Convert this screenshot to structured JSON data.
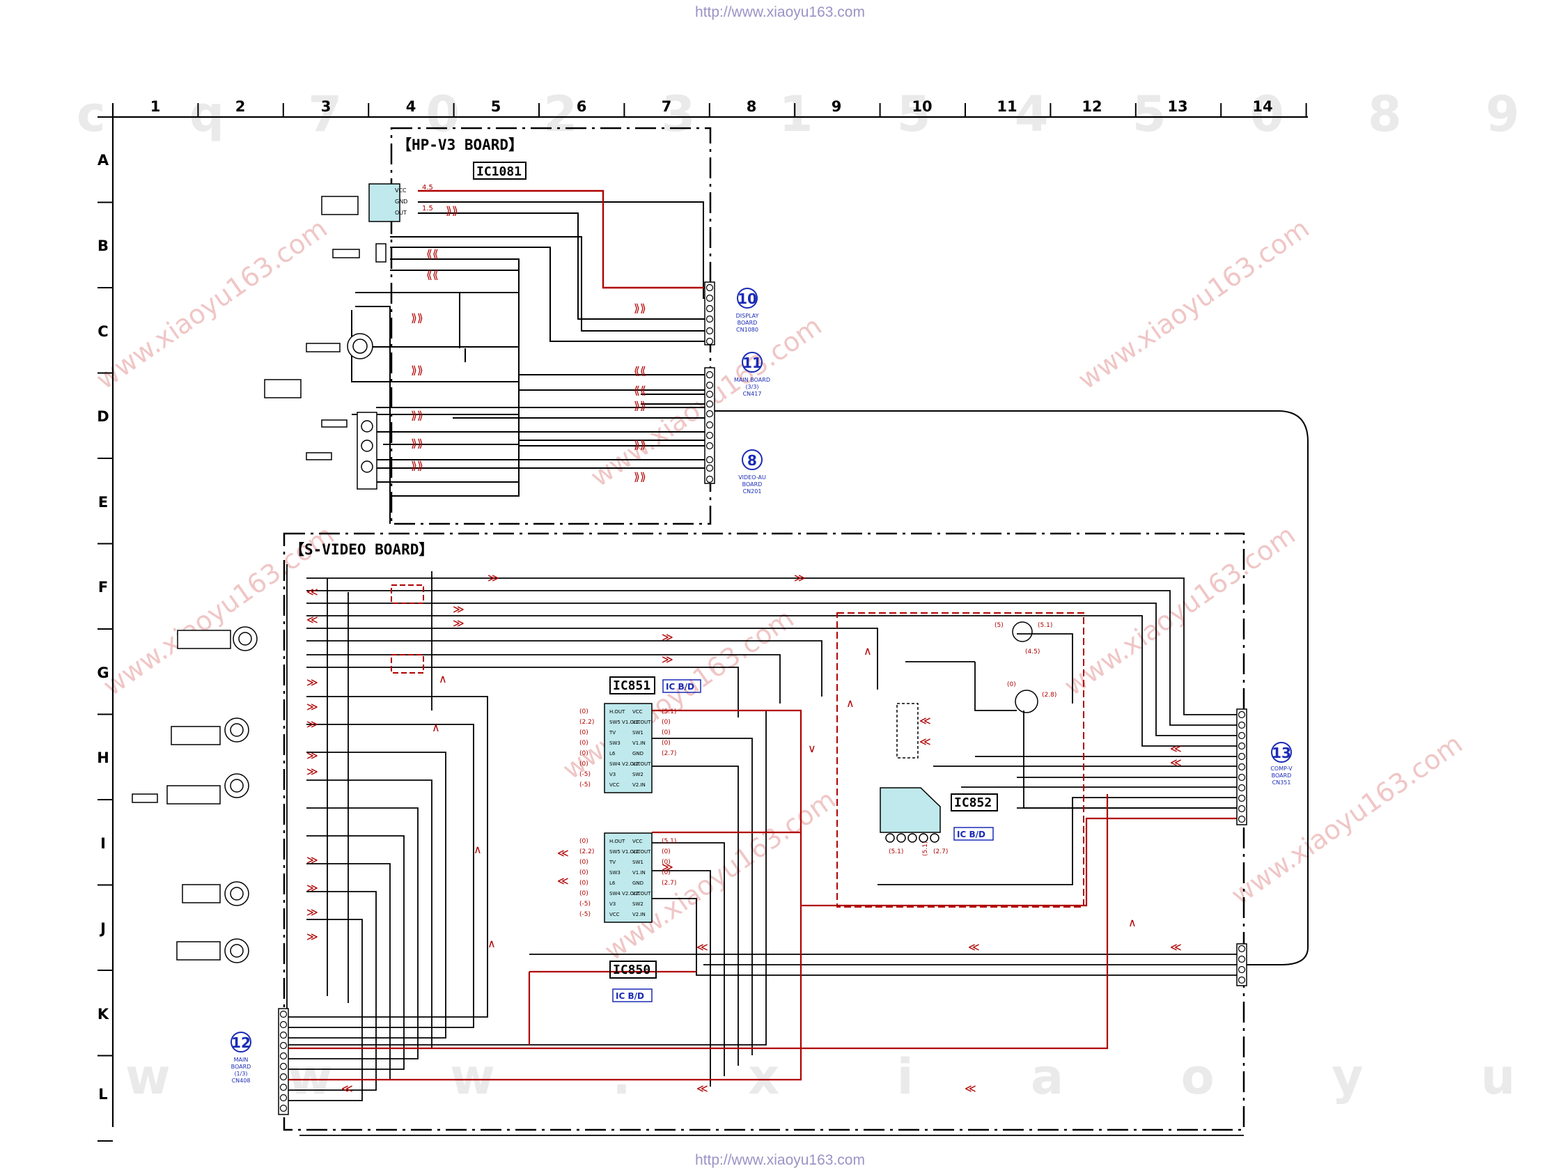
{
  "watermark_url_top": "http://www.xiaoyu163.com",
  "watermark_url_bottom": "http://www.xiaoyu163.com",
  "watermark_text": "www.xiaoyu163.com",
  "columns": [
    "1",
    "2",
    "3",
    "4",
    "5",
    "6",
    "7",
    "8",
    "9",
    "10",
    "11",
    "12",
    "13",
    "14"
  ],
  "rows": [
    "A",
    "B",
    "C",
    "D",
    "E",
    "F",
    "G",
    "H",
    "I",
    "J",
    "K",
    "L"
  ],
  "boards": {
    "hp_v3": {
      "title": "【HP-V3 BOARD】",
      "ic": "IC1081"
    },
    "s_video": {
      "title": "【S-VIDEO BOARD】",
      "ic851": "IC851",
      "ic850": "IC850",
      "ic852": "IC852",
      "ic_bd": "IC B/D"
    }
  },
  "connectors": [
    {
      "num": "10",
      "lines": [
        "DISPLAY",
        "BOARD",
        "CN1080"
      ]
    },
    {
      "num": "11",
      "lines": [
        "MAIN BOARD",
        "(3/3)",
        "CN417"
      ]
    },
    {
      "num": "8",
      "lines": [
        "VIDEO-AU",
        "BOARD",
        "CN201"
      ]
    },
    {
      "num": "13",
      "lines": [
        "COMP-V",
        "BOARD",
        "CN351"
      ]
    },
    {
      "num": "12",
      "lines": [
        "MAIN",
        "BOARD",
        "(1/3)",
        "CN408"
      ]
    }
  ],
  "ic1081_pins": [
    "VCC",
    "GND",
    "OUT"
  ],
  "ic1081_voltages": [
    "4.5",
    "1.5"
  ],
  "ic851_left_pins": [
    "H.OUT",
    "SW5 V1.OUT",
    "TV",
    "SW3",
    "L6",
    "SW4 V2.OUT",
    "V3",
    "VCC"
  ],
  "ic851_right_pins": [
    "VCC",
    "V1.OUT",
    "SW1",
    "V1.IN",
    "GND",
    "V2.OUT",
    "SW2",
    "V2.IN"
  ],
  "ic851_left_voltages": [
    "(0)",
    "(2.2)",
    "(0)",
    "(0)",
    "(0)",
    "(0)",
    "(-5)",
    "(-5)"
  ],
  "ic851_right_voltages": [
    "(5.1)",
    "(0)",
    "(0)",
    "(0)",
    "(2.7)"
  ],
  "ic852_voltages": [
    "(5.1)",
    "(5.1)",
    "(2.7)"
  ],
  "transistor_voltages": [
    "(5)",
    "(5.1)",
    "(4.5)",
    "(0)",
    "(2.8)"
  ],
  "colors": {
    "wire": "#000000",
    "signal": "#b00000",
    "ic_fill": "#bfe9ec",
    "connector_label": "#1a2bb5",
    "watermark": "#9a93c6"
  }
}
